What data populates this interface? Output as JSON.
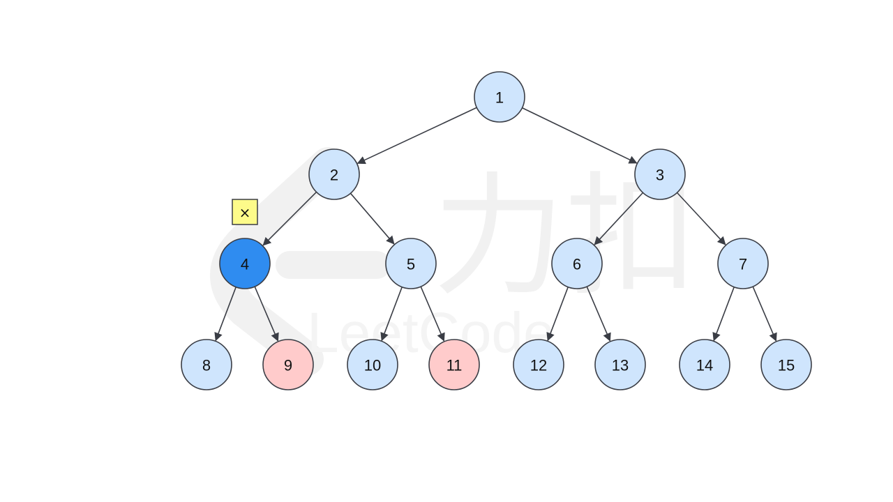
{
  "watermark": {
    "brand_cn": "力扣",
    "brand_en": "LeetCode"
  },
  "colors": {
    "background": "#ffffff",
    "node_default": "#cfe5fd",
    "node_current": "#2f8cf0",
    "node_highlight": "#ffcbcb",
    "stroke": "#3a3d45",
    "edge": "#3a3d45",
    "marker_fill": "#fdfb8a",
    "watermark": "#f1f1f1"
  },
  "marker": {
    "label": "×",
    "attached_to": "4"
  },
  "nodes": [
    {
      "id": "1",
      "label": "1",
      "state": "default"
    },
    {
      "id": "2",
      "label": "2",
      "state": "default"
    },
    {
      "id": "3",
      "label": "3",
      "state": "default"
    },
    {
      "id": "4",
      "label": "4",
      "state": "current"
    },
    {
      "id": "5",
      "label": "5",
      "state": "default"
    },
    {
      "id": "6",
      "label": "6",
      "state": "default"
    },
    {
      "id": "7",
      "label": "7",
      "state": "default"
    },
    {
      "id": "8",
      "label": "8",
      "state": "default"
    },
    {
      "id": "9",
      "label": "9",
      "state": "highlight"
    },
    {
      "id": "10",
      "label": "10",
      "state": "default"
    },
    {
      "id": "11",
      "label": "11",
      "state": "highlight"
    },
    {
      "id": "12",
      "label": "12",
      "state": "default"
    },
    {
      "id": "13",
      "label": "13",
      "state": "default"
    },
    {
      "id": "14",
      "label": "14",
      "state": "default"
    },
    {
      "id": "15",
      "label": "15",
      "state": "default"
    }
  ],
  "edges": [
    {
      "from": "1",
      "to": "2"
    },
    {
      "from": "1",
      "to": "3"
    },
    {
      "from": "2",
      "to": "4"
    },
    {
      "from": "2",
      "to": "5"
    },
    {
      "from": "3",
      "to": "6"
    },
    {
      "from": "3",
      "to": "7"
    },
    {
      "from": "4",
      "to": "8"
    },
    {
      "from": "4",
      "to": "9"
    },
    {
      "from": "5",
      "to": "10"
    },
    {
      "from": "5",
      "to": "11"
    },
    {
      "from": "6",
      "to": "12"
    },
    {
      "from": "6",
      "to": "13"
    },
    {
      "from": "7",
      "to": "14"
    },
    {
      "from": "7",
      "to": "15"
    }
  ]
}
